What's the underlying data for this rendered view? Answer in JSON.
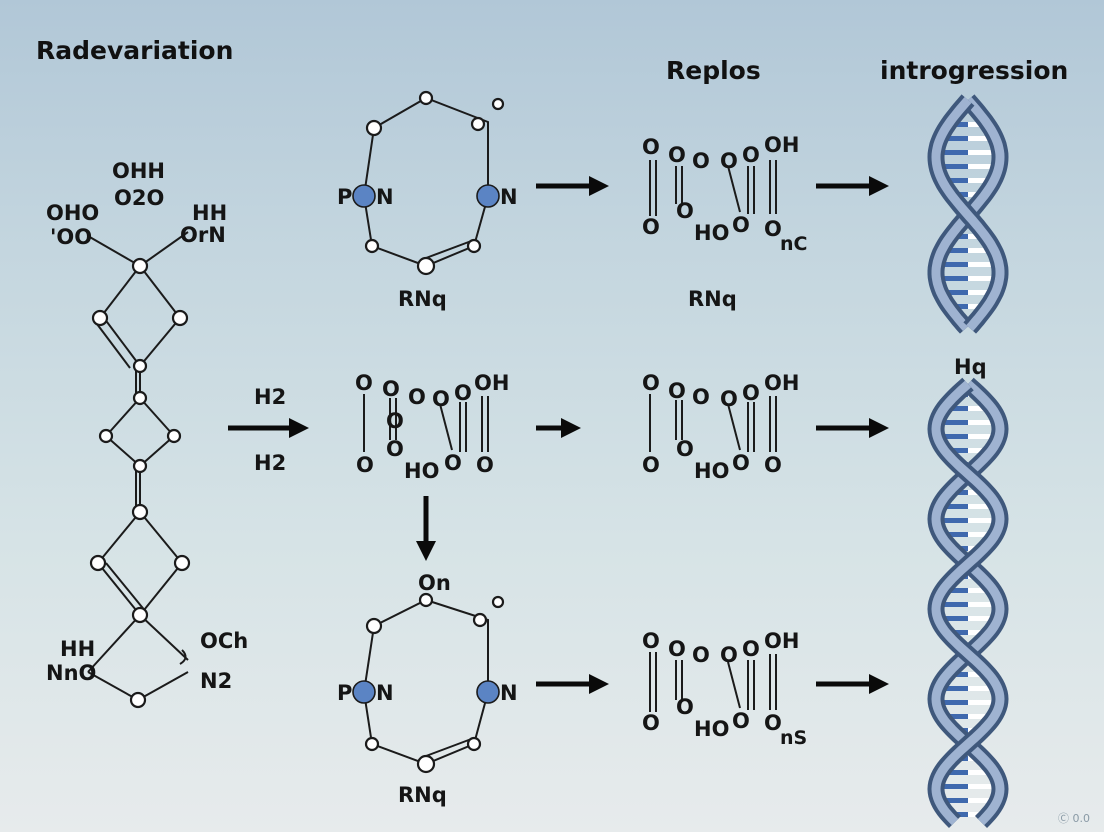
{
  "headers": {
    "left": "Radevariation",
    "replos": "Replos",
    "introgression": "introgression"
  },
  "left_molecule": {
    "labels": [
      "OHH",
      "O2O",
      "OHO",
      "HH",
      "'OO",
      "OrN",
      "HH",
      "OCh",
      "NnO",
      "N2"
    ]
  },
  "row1": {
    "ring_caption": "RNq",
    "ring_labels": [
      "P",
      "N",
      "N"
    ],
    "chain_labels": [
      "O",
      "O",
      "O",
      "O",
      "O",
      "OH",
      "O",
      "O",
      "HO",
      "O",
      "O",
      "nC"
    ],
    "chain_caption": "RNq"
  },
  "row2": {
    "reagents": [
      "H2",
      "H2"
    ],
    "chain1_labels": [
      "O",
      "O",
      "O",
      "O",
      "O",
      "OH",
      "O",
      "O",
      "O",
      "HO",
      "O",
      "O"
    ],
    "chain2_labels": [
      "O",
      "O",
      "O",
      "O",
      "O",
      "OH",
      "O",
      "O",
      "HO",
      "O",
      "O"
    ],
    "dna_label": "Hq"
  },
  "row3": {
    "ring_top_label": "On",
    "ring_caption": "RNq",
    "ring_labels": [
      "P",
      "N",
      "N"
    ],
    "chain_labels": [
      "O",
      "O",
      "O",
      "O",
      "O",
      "OH",
      "O",
      "O",
      "HO",
      "O",
      "O",
      "nS"
    ]
  },
  "watermark": "Ⓒ 0.0"
}
